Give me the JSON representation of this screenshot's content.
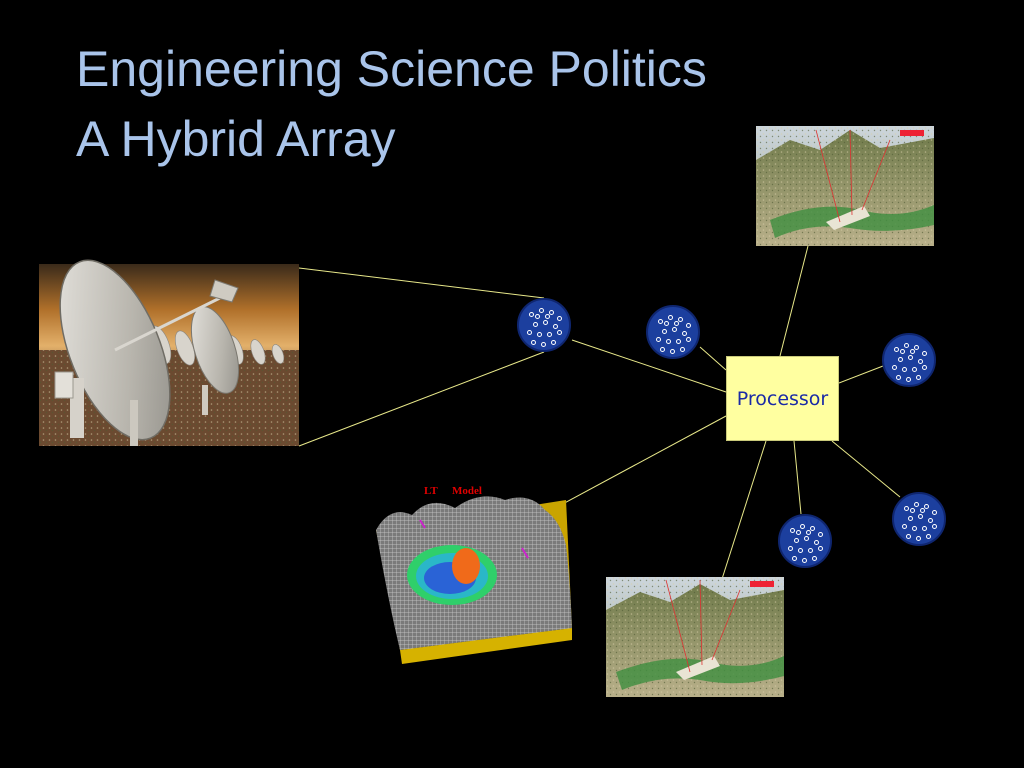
{
  "slide": {
    "title_line1": "Engineering Science Politics",
    "title_line2": "A Hybrid Array"
  },
  "processor": {
    "label": "Processor",
    "fill_color": "#ffffa0",
    "text_color": "#1a2aa6"
  },
  "model_plot": {
    "label_left": "LT",
    "label_right": "Model"
  },
  "colors": {
    "title": "#a9c4ea",
    "connector": "#e8e88a",
    "station_fill": "#1c3f9e",
    "station_dot": "#ffffff"
  },
  "nodes": [
    {
      "id": "station-1",
      "kind": "station"
    },
    {
      "id": "station-2",
      "kind": "station"
    },
    {
      "id": "station-3",
      "kind": "station"
    },
    {
      "id": "station-4",
      "kind": "station"
    },
    {
      "id": "station-5",
      "kind": "station"
    },
    {
      "id": "dish-array-photo",
      "kind": "image",
      "icon": "radio-dish-array"
    },
    {
      "id": "valley-reflector-top",
      "kind": "image",
      "icon": "valley-reflector-render"
    },
    {
      "id": "valley-reflector-bottom",
      "kind": "image",
      "icon": "valley-reflector-render"
    },
    {
      "id": "terrain-model",
      "kind": "image",
      "icon": "3d-terrain-mesh"
    }
  ]
}
